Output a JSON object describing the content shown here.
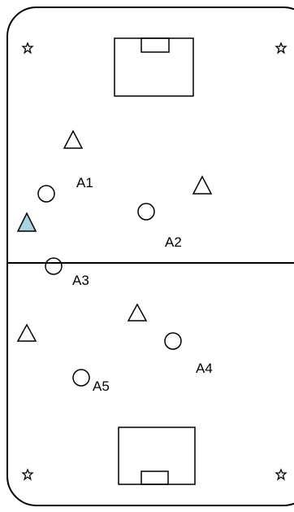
{
  "diagram": {
    "colors": {
      "stroke": "#000000",
      "field_background": "#ffffff",
      "highlight_triangle": "#a9d3de"
    },
    "player_labels": [
      "A1",
      "A2",
      "A3",
      "A4",
      "A5"
    ],
    "corner_marker_icon": "star-icon",
    "player_icon": "circle",
    "opponent_icon": "triangle"
  }
}
